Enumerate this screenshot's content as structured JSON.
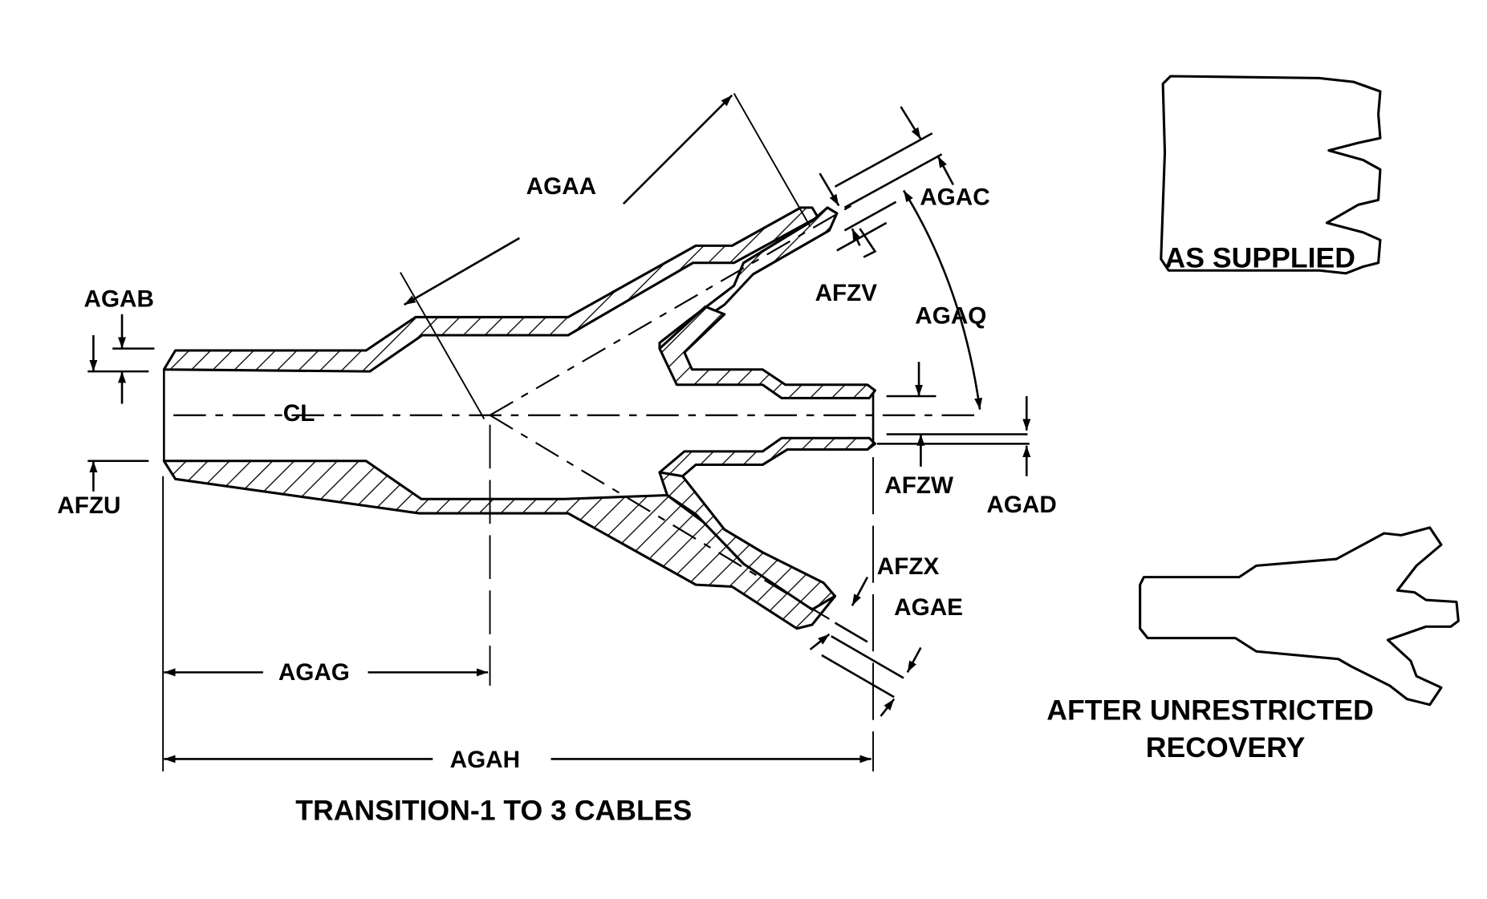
{
  "figure": {
    "title": "TRANSITION-1 TO 3 CABLES",
    "centerline_symbol": "CL",
    "views": {
      "as_supplied": "AS SUPPLIED",
      "after_recovery_line1": "AFTER UNRESTRICTED",
      "after_recovery_line2": "RECOVERY"
    },
    "dimensions": {
      "agab": "AGAB",
      "afzu": "AFZU",
      "agaa": "AGAA",
      "agac": "AGAC",
      "afzv": "AFZV",
      "agaq": "AGAQ",
      "afzw": "AFZW",
      "agad": "AGAD",
      "afzx": "AFZX",
      "agae": "AGAE",
      "agag": "AGAG",
      "agah": "AGAH"
    }
  },
  "colors": {
    "ink": "#000000",
    "background": "#ffffff"
  }
}
